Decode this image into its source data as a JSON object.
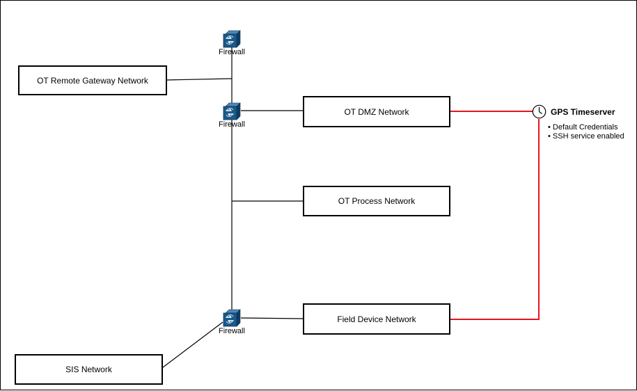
{
  "networks": {
    "remote_gateway": "OT Remote Gateway Network",
    "dmz": "OT DMZ Network",
    "process": "OT Process Network",
    "field_device": "Field Device Network",
    "sis": "SIS Network"
  },
  "firewalls": {
    "top": "Firewall",
    "middle": "Firewall",
    "bottom": "Firewall"
  },
  "gps": {
    "title": "GPS Timeserver",
    "notes": [
      "Default Credentials",
      "SSH service enabled"
    ]
  },
  "icons": {
    "firewall": "firewall-icon",
    "clock": "clock-icon"
  },
  "colors": {
    "highlight_link": "#e8141b",
    "firewall_fill": "#1a5a8a"
  }
}
